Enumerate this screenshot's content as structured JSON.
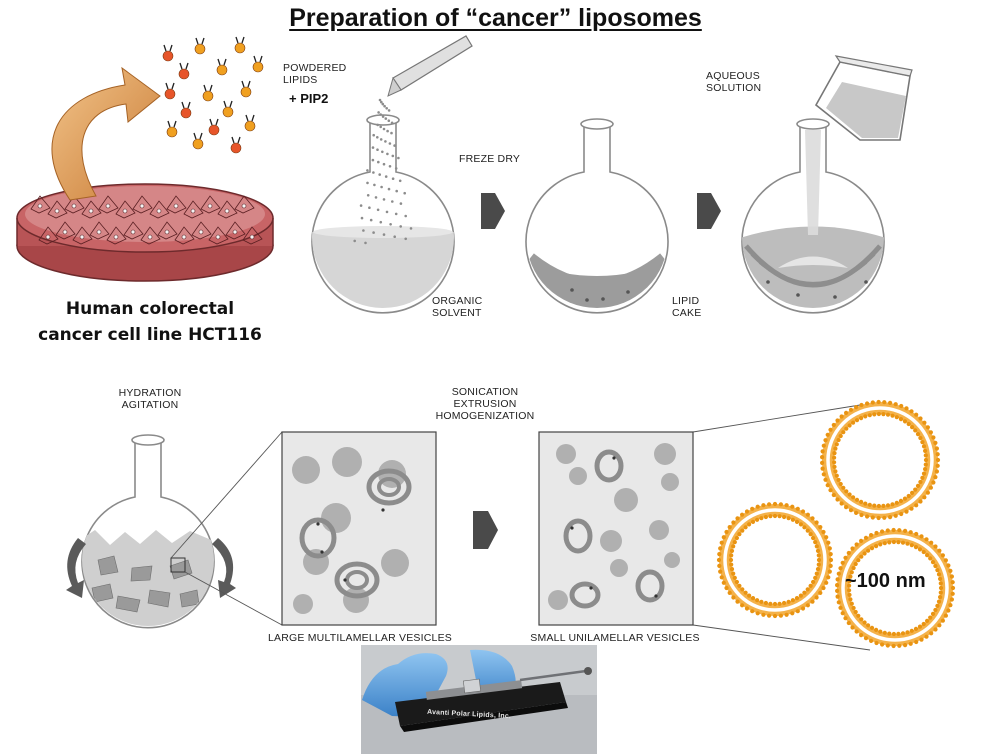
{
  "title": "Preparation of “cancer” liposomes",
  "cell_source": {
    "line1": "Human colorectal",
    "line2": "cancer cell line HCT116"
  },
  "step1": {
    "lipids_line1": "POWDERED",
    "lipids_line2": "LIPIDS",
    "additive": "+ PIP2",
    "solvent_line1": "ORGANIC",
    "solvent_line2": "SOLVENT"
  },
  "step2": {
    "process": "FREZE DRY",
    "result_line1": "LIPID",
    "result_line2": "CAKE"
  },
  "step3": {
    "solution_line1": "AQUEOUS",
    "solution_line2": "SOLUTION"
  },
  "step4": {
    "process_line1": "HYDRATION",
    "process_line2": "AGITATION",
    "result": "LARGE MULTILAMELLAR VESICLES"
  },
  "step5": {
    "process_line1": "SONICATION",
    "process_line2": "EXTRUSION",
    "process_line3": "HOMOGENIZATION",
    "result": "SMALL UNILAMELLAR VESICLES"
  },
  "liposome_size": "~100 nm",
  "extruder_brand": "Avanti Polar Lipids, Inc.",
  "colors": {
    "flask_outline": "#8a8a8a",
    "liquid": "#cfcfcf",
    "lipid_gray": "#9c9c9c",
    "arrow_gray": "#4a4a4a",
    "membrane_orange": "#f0a020",
    "petri_red": "#b85456",
    "curved_arrow": "#d9944a"
  }
}
